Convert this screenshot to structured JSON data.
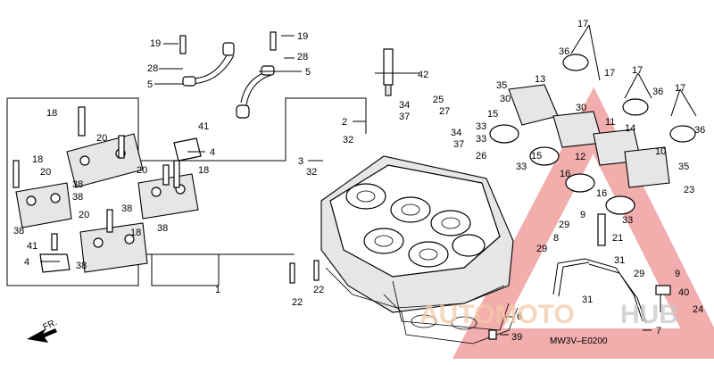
{
  "diagram": {
    "code": "MW3V–E0200",
    "direction_label": "FR.",
    "watermark": {
      "text_a": "AUTOMOTO",
      "text_b": "HUB",
      "color_a": "#f4c9a6",
      "color_b": "#c8c8c8",
      "triangle_color": "#e86a6a"
    },
    "callouts": [
      "1",
      "2",
      "3",
      "4",
      "4",
      "5",
      "5",
      "6",
      "7",
      "8",
      "9",
      "9",
      "10",
      "11",
      "12",
      "13",
      "14",
      "15",
      "15",
      "16",
      "16",
      "17",
      "17",
      "17",
      "17",
      "18",
      "18",
      "18",
      "18",
      "19",
      "19",
      "20",
      "20",
      "20",
      "20",
      "21",
      "22",
      "22",
      "23",
      "24",
      "25",
      "26",
      "27",
      "28",
      "28",
      "29",
      "29",
      "29",
      "30",
      "30",
      "31",
      "31",
      "32",
      "32",
      "33",
      "33",
      "33",
      "33",
      "34",
      "34",
      "35",
      "35",
      "36",
      "36",
      "36",
      "37",
      "37",
      "38",
      "38",
      "38",
      "38",
      "38",
      "38",
      "39",
      "40",
      "41",
      "41",
      "42"
    ]
  }
}
